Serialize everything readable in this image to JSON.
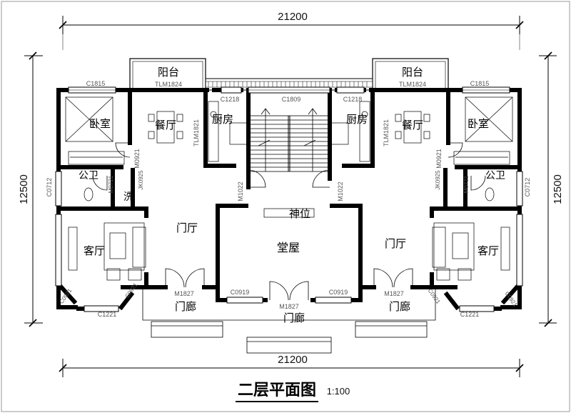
{
  "title": "二层平面图",
  "scale": "1:100",
  "dimensions": {
    "width_top": "21200",
    "width_bottom": "21200",
    "height_left": "12500",
    "height_right": "12500"
  },
  "rooms": {
    "balcony_left": "阳台",
    "balcony_right": "阳台",
    "bedroom_left": "卧室",
    "bedroom_right": "卧室",
    "dining_left": "餐厅",
    "dining_right": "餐厅",
    "kitchen_left": "厨房",
    "kitchen_right": "厨房",
    "bath_left": "公卫",
    "bath_right": "公卫",
    "wash_left": "洗",
    "hall_left": "门厅",
    "hall_right": "门厅",
    "living_left": "客厅",
    "living_right": "客厅",
    "shrine": "神位",
    "main_hall": "堂屋",
    "porch_left": "门廊",
    "porch_center": "门廊",
    "porch_right": "门廊"
  },
  "codes": {
    "tlm1824_left": "TLM1824",
    "tlm1824_right": "TLM1824",
    "c1815_left": "C1815",
    "c1815_right": "C1815",
    "c1218_left": "C1218",
    "c1218_right": "C1218",
    "c1809": "C1809",
    "tlm1821_left": "TLM1821",
    "tlm1821_right": "TLM1821",
    "m0921_left": "M0921",
    "m0921_right": "M0921",
    "c0712_left": "C0712",
    "c0712_right": "C0712",
    "m0721_left": "M0721",
    "m0721_right": "M0721",
    "jk0925_left": "JK0925",
    "jk0925_right": "JK0925",
    "m1022_left": "M1022",
    "m1022_right": "M1022",
    "c0921_a": "C0921",
    "c0921_b": "C0921",
    "c0921_c": "C0921",
    "c0921_d": "C0921",
    "c1221_left": "C1221",
    "c1221_right": "C1221",
    "m1827_left": "M1827",
    "m1827_center": "M1827",
    "m1827_right": "M1827",
    "c0919_left": "C0919",
    "c0919_right": "C0919"
  }
}
